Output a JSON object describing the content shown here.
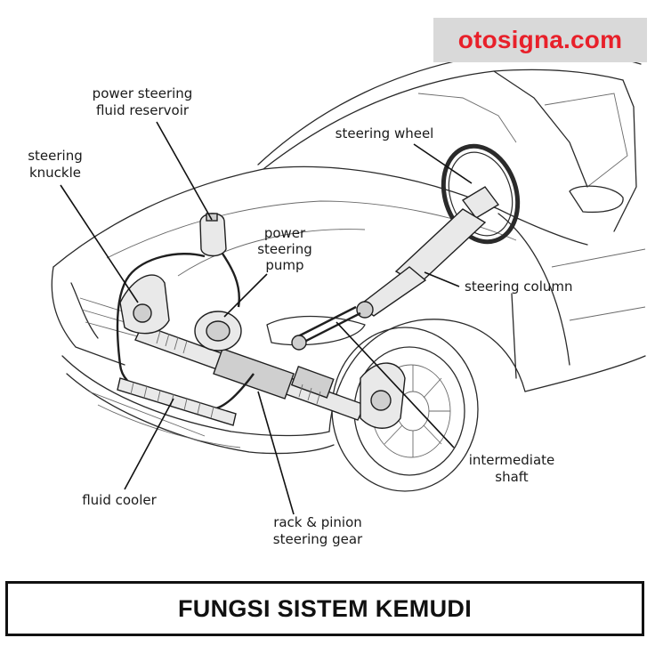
{
  "watermark": "otosigna.com",
  "title": "FUNGSI SISTEM KEMUDI",
  "labels": {
    "reservoir": [
      "power steering",
      "fluid reservoir"
    ],
    "knuckle": [
      "steering",
      "knuckle"
    ],
    "pump": [
      "power",
      "steering",
      "pump"
    ],
    "wheel": [
      "steering wheel"
    ],
    "column": [
      "steering column"
    ],
    "shaft": [
      "intermediate",
      "shaft"
    ],
    "cooler": [
      "fluid cooler"
    ],
    "rack": [
      "rack & pinion",
      "steering gear"
    ]
  },
  "colors": {
    "watermark_text": "#e8202a",
    "watermark_bg": "#d9d9d9",
    "line": "#111111"
  }
}
